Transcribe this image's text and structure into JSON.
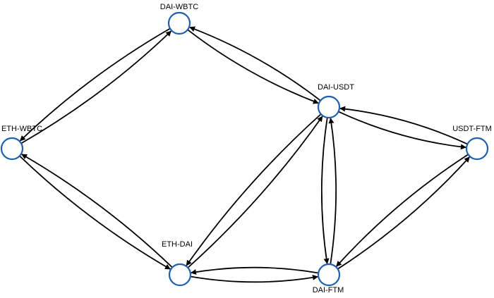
{
  "nodes": [
    {
      "id": "dai_wbtc",
      "label": "DAI-WBTC"
    },
    {
      "id": "dai_usdt",
      "label": "DAI-USDT"
    },
    {
      "id": "eth_wbtc",
      "label": "ETH-WBTC"
    },
    {
      "id": "usdt_ftm",
      "label": "USDT-FTM"
    },
    {
      "id": "eth_dai",
      "label": "ETH-DAI"
    },
    {
      "id": "dai_ftm",
      "label": "DAI-FTM"
    }
  ],
  "edges": [
    {
      "from": "dai_wbtc",
      "to": "eth_wbtc"
    },
    {
      "from": "eth_wbtc",
      "to": "dai_wbtc"
    },
    {
      "from": "dai_wbtc",
      "to": "dai_usdt"
    },
    {
      "from": "dai_usdt",
      "to": "dai_wbtc"
    },
    {
      "from": "eth_wbtc",
      "to": "eth_dai"
    },
    {
      "from": "eth_dai",
      "to": "eth_wbtc"
    },
    {
      "from": "dai_usdt",
      "to": "usdt_ftm"
    },
    {
      "from": "usdt_ftm",
      "to": "dai_usdt"
    },
    {
      "from": "dai_usdt",
      "to": "eth_dai"
    },
    {
      "from": "eth_dai",
      "to": "dai_usdt"
    },
    {
      "from": "dai_usdt",
      "to": "dai_ftm"
    },
    {
      "from": "dai_ftm",
      "to": "dai_usdt"
    },
    {
      "from": "usdt_ftm",
      "to": "dai_ftm"
    },
    {
      "from": "dai_ftm",
      "to": "usdt_ftm"
    },
    {
      "from": "eth_dai",
      "to": "dai_ftm"
    },
    {
      "from": "dai_ftm",
      "to": "eth_dai"
    }
  ]
}
